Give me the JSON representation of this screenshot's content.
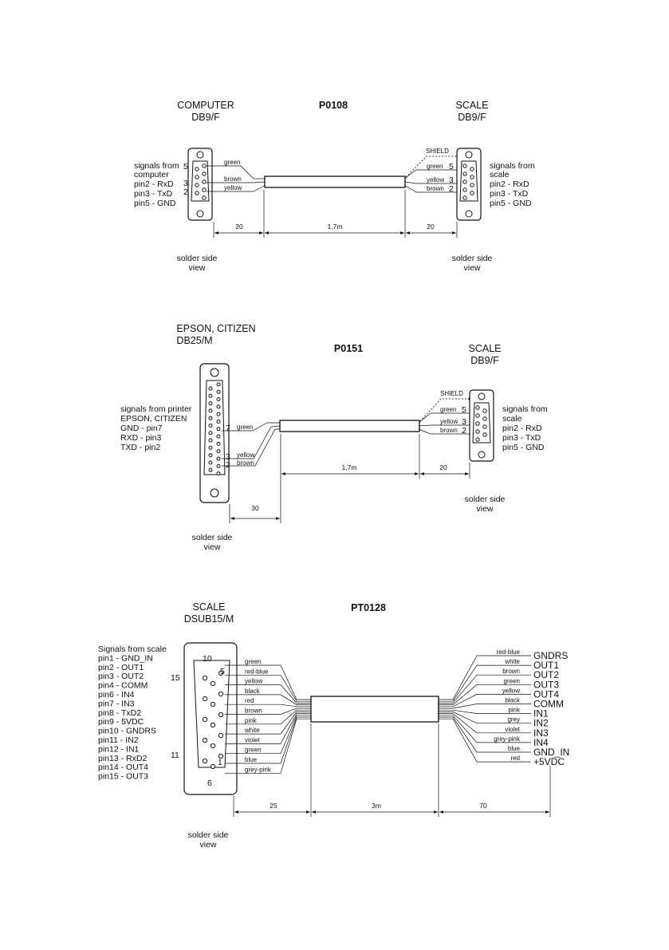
{
  "p0108": {
    "title": "P0108",
    "left_name": "COMPUTER",
    "left_type": "DB9/F",
    "right_name": "SCALE",
    "right_type": "DB9/F",
    "left_signals": [
      "signals from",
      "computer",
      "pin2 - RxD",
      "pin3 - TxD",
      "pin5 - GND"
    ],
    "right_signals": [
      "signals from",
      "scale",
      "pin2 - RxD",
      "pin3 - TxD",
      "pin5 - GND"
    ],
    "left_pins": [
      "5",
      "3",
      "2"
    ],
    "right_pins": [
      "5",
      "3",
      "2"
    ],
    "left_wires": [
      "green",
      "brown",
      "yellow"
    ],
    "right_wires": [
      "green",
      "yellow",
      "brown"
    ],
    "shield": "SHIELD",
    "dims": [
      "20",
      "1,7m",
      "20"
    ],
    "solder_left": [
      "solder side",
      "view"
    ],
    "solder_right": [
      "solder side",
      "view"
    ]
  },
  "p0151": {
    "title": "P0151",
    "left_name": "EPSON, CITIZEN",
    "left_type": "DB25/M",
    "right_name": "SCALE",
    "right_type": "DB9/F",
    "left_signals": [
      "signals from printer",
      "EPSON, CITIZEN",
      "GND - pin7",
      "RXD - pin3",
      "TXD - pin2"
    ],
    "right_signals": [
      "signals from",
      "scale",
      "pin2 - RxD",
      "pin3 - TxD",
      "pin5 - GND"
    ],
    "left_pins": [
      "7",
      "3",
      "2"
    ],
    "right_pins": [
      "5",
      "3",
      "2"
    ],
    "left_wires": [
      "green",
      "yellow",
      "brown"
    ],
    "right_wires": [
      "green",
      "yellow",
      "brown"
    ],
    "shield": "SHIELD",
    "dims": [
      "1,7m",
      "20",
      "30"
    ],
    "solder_left": [
      "solder side",
      "view"
    ],
    "solder_right": [
      "solder side",
      "view"
    ]
  },
  "pt0128": {
    "title": "PT0128",
    "left_name": "SCALE",
    "left_type": "DSUB15/M",
    "left_signals": [
      "Signals from scale",
      "pin1 - GND_IN",
      "pin2 - OUT1",
      "pin3 - OUT2",
      "pin4 - COMM",
      "pin6 - IN4",
      "pin7 - IN3",
      "pin8 - TxD2",
      "pin9 - 5VDC",
      "pin10 - GNDRS",
      "pin11 - IN2",
      "pin12 - IN1",
      "pin13 - RxD2",
      "pin14 - OUT4",
      "pin15 - OUT3"
    ],
    "pin_labels": [
      "10",
      "5",
      "15",
      "11",
      "1",
      "6"
    ],
    "left_wires": [
      "green",
      "red-blue",
      "yellow",
      "black",
      "red",
      "brown",
      "pink",
      "white",
      "violet",
      "green",
      "blue",
      "grey-pink"
    ],
    "right_wires": [
      "red-blue",
      "white",
      "brown",
      "green",
      "yellow",
      "black",
      "pink",
      "grey",
      "violet",
      "grey-pink",
      "blue",
      "red"
    ],
    "right_signals": [
      "GNDRS",
      "OUT1",
      "OUT2",
      "OUT3",
      "OUT4",
      "COMM",
      "IN1",
      "IN2",
      "IN3",
      "IN4",
      "GND_IN",
      "+5VDC"
    ],
    "dims": [
      "25",
      "3m",
      "70"
    ],
    "solder_left": [
      "solder side",
      "view"
    ]
  }
}
